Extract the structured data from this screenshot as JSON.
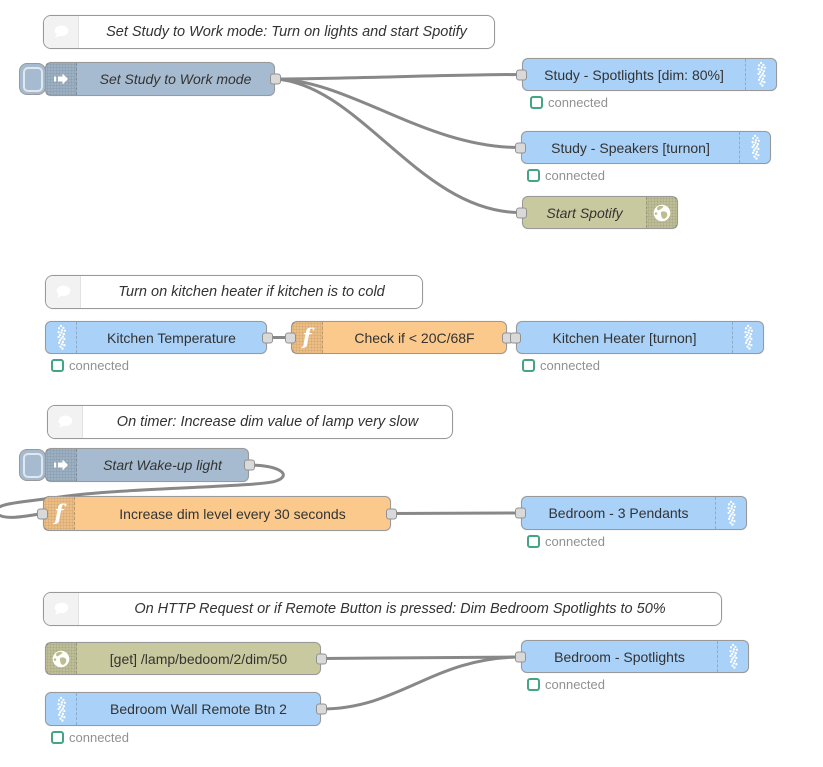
{
  "palette": {
    "canvas-bg": "#ffffff",
    "wire": "#888888",
    "node-border": "#999999",
    "inject-bg": "#a6bbcf",
    "device-bg": "#aad1f7",
    "function-bg": "#fbc98c",
    "olive-bg": "#c9c99f",
    "comment-bg": "#ffffff",
    "comment-icon-bg": "#f2f2f2",
    "status-green": "#44a483",
    "status-text": "#919191",
    "label-text": "#333333"
  },
  "comments": {
    "study": "Set Study to Work mode: Turn on lights and start Spotify",
    "kitchen": "Turn on kitchen heater if kitchen is to cold",
    "timer": "On timer: Increase dim value of lamp very slow",
    "http": "On HTTP Request or if Remote Button is pressed: Dim Bedroom Spotlights to 50%"
  },
  "nodes": {
    "inject_study": {
      "label": "Set Study to Work mode"
    },
    "study_spotlights": {
      "label": "Study - Spotlights [dim: 80%]",
      "status": "connected"
    },
    "study_speakers": {
      "label": "Study - Speakers [turnon]",
      "status": "connected"
    },
    "start_spotify": {
      "label": "Start Spotify"
    },
    "kitchen_temp": {
      "label": "Kitchen Temperature",
      "status": "connected"
    },
    "check_temp": {
      "label": "Check if < 20C/68F"
    },
    "kitchen_heater": {
      "label": "Kitchen Heater [turnon]",
      "status": "connected"
    },
    "inject_wakeup": {
      "label": "Start Wake-up light"
    },
    "increase_dim": {
      "label": "Increase dim level every 30 seconds"
    },
    "bedroom_pendants": {
      "label": "Bedroom - 3 Pendants",
      "status": "connected"
    },
    "http_get": {
      "label": "[get] /lamp/bedoom/2/dim/50"
    },
    "wall_remote": {
      "label": "Bedroom Wall Remote Btn 2",
      "status": "connected"
    },
    "bedroom_spotlights": {
      "label": "Bedroom - Spotlights",
      "status": "connected"
    }
  }
}
